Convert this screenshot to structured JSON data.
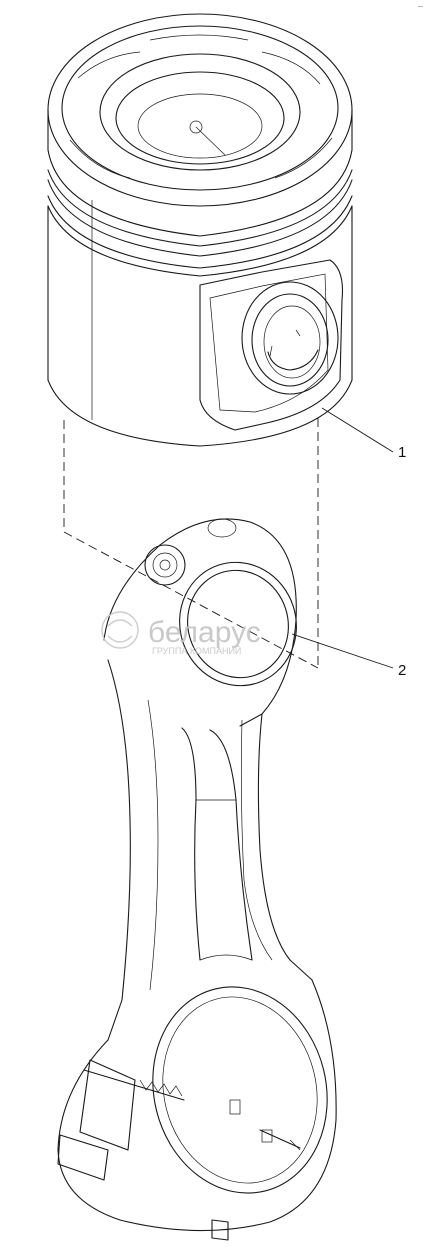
{
  "callouts": [
    {
      "label": "1",
      "part": "piston"
    },
    {
      "label": "2",
      "part": "connecting-rod"
    }
  ],
  "corner_mark": "―",
  "watermark": {
    "name": "беларус",
    "sub": "ГРУППА КОМПАНИЙ"
  }
}
